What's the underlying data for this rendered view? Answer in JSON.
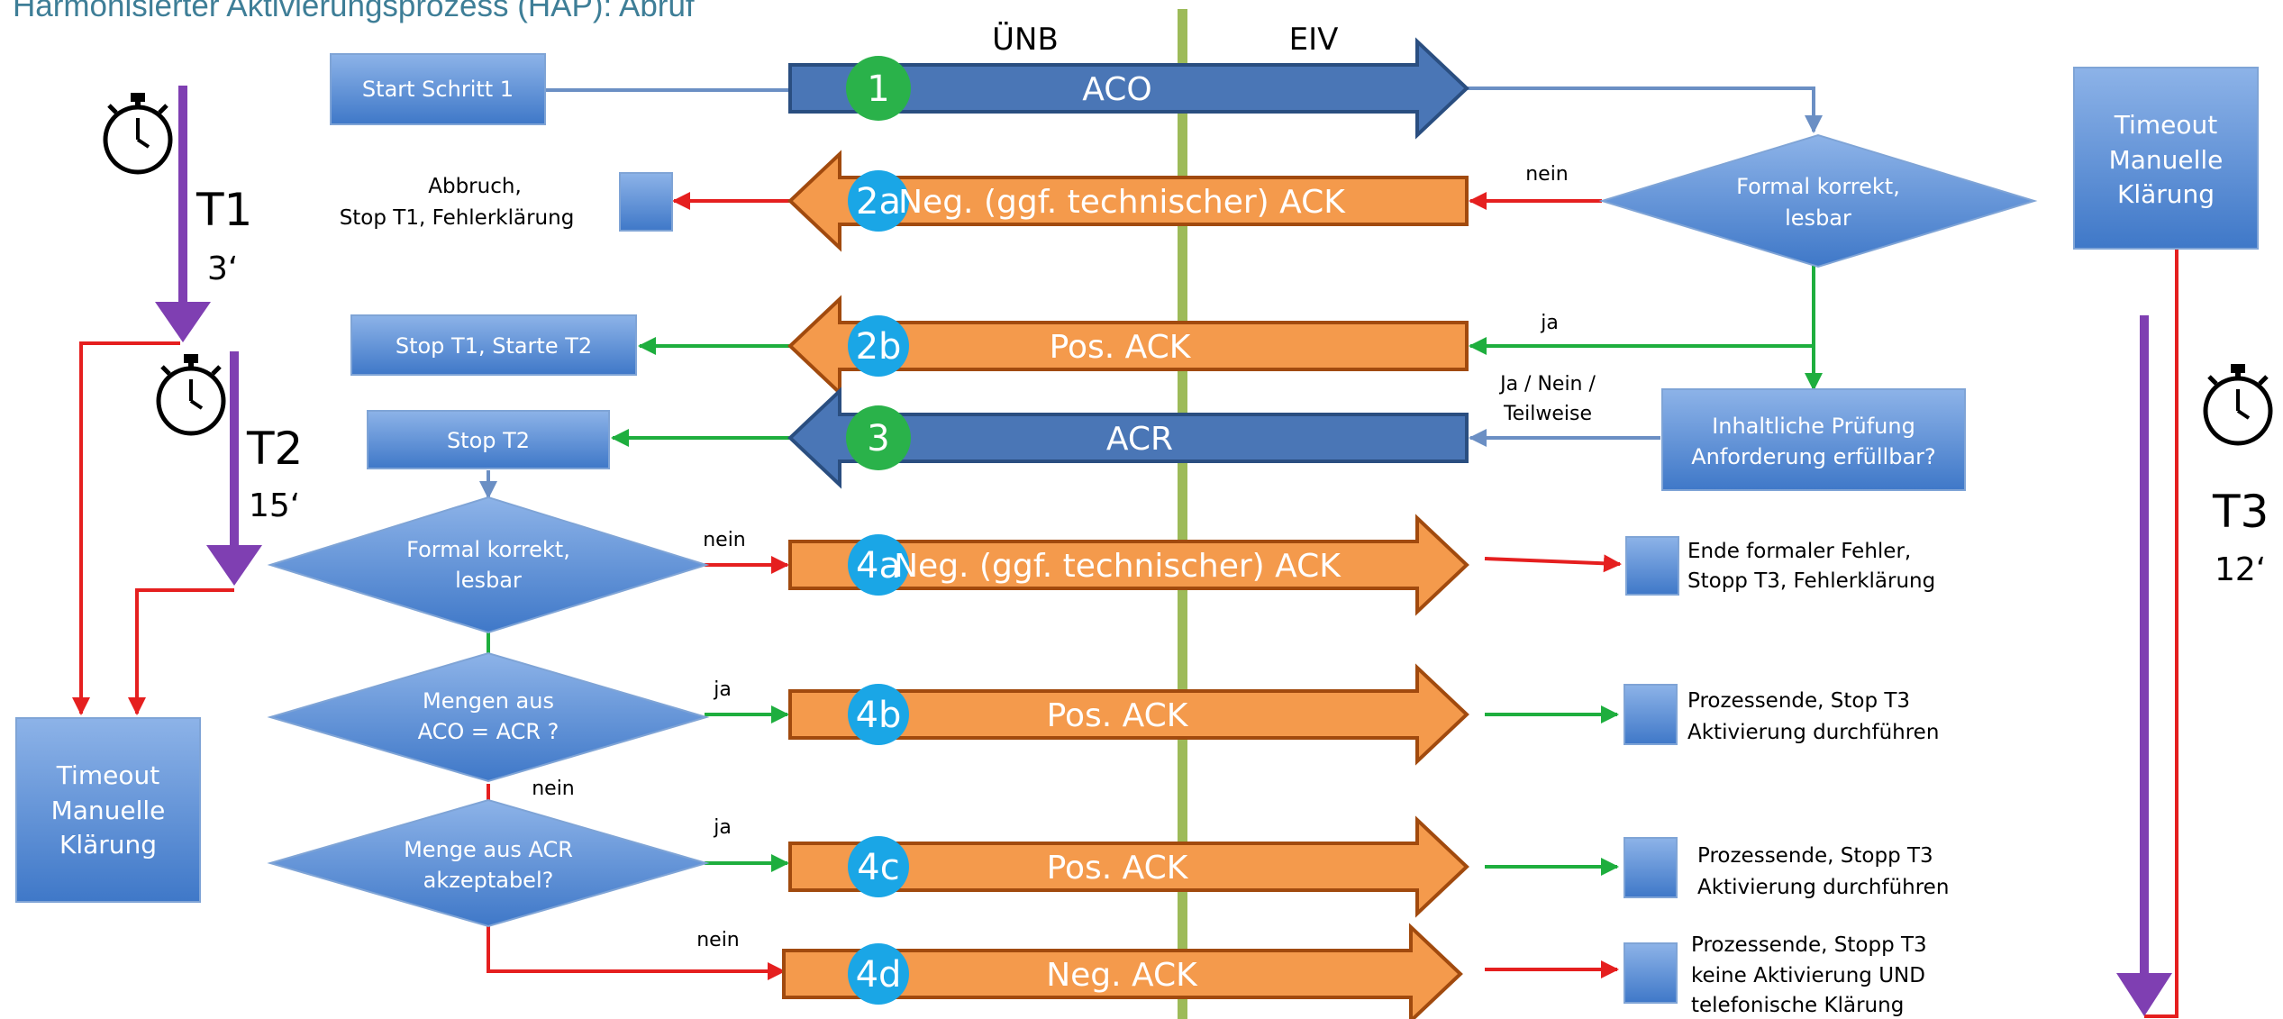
{
  "title": "Harmonisierter Aktivierungsprozess (HAP): Abruf",
  "columns": {
    "left": "ÜNB",
    "right": "EIV"
  },
  "colors": {
    "box_fill": "#5b8fd6",
    "box_stroke": "#7fa4d6",
    "arrow_blue": "#4a76b6",
    "arrow_blue_stroke": "#2a4e80",
    "arrow_orange": "#f49a4c",
    "arrow_orange_stroke": "#a14a0e",
    "circle_green": "#2ab24a",
    "circle_cyan": "#1aa6e6",
    "line_red": "#e51f1f",
    "line_green": "#1eae3e",
    "line_blue": "#6b8fc4",
    "divider": "#9dbb59",
    "timer_purple": "#7f3fb2"
  },
  "boxes": {
    "start": "Start Schritt 1",
    "stop_t1_start_t2": "Stop T1, Starte T2",
    "stop_t2": "Stop T2",
    "content_check": [
      "Inhaltliche Prüfung",
      "Anforderung erfüllbar?"
    ],
    "timeout_left": [
      "Timeout",
      "Manuelle",
      "Klärung"
    ],
    "timeout_right": [
      "Timeout",
      "Manuelle",
      "Klärung"
    ]
  },
  "diamonds": {
    "eiv_formal": [
      "Formal korrekt,",
      "lesbar"
    ],
    "unb_formal": [
      "Formal korrekt,",
      "lesbar"
    ],
    "amounts": [
      "Mengen aus",
      "ACO = ACR ?"
    ],
    "acceptable": [
      "Menge aus ACR",
      "akzeptabel?"
    ]
  },
  "arrows": [
    {
      "num": "1",
      "label": "ACO"
    },
    {
      "num": "2a",
      "label": "Neg. (ggf. technischer) ACK"
    },
    {
      "num": "2b",
      "label": "Pos. ACK"
    },
    {
      "num": "3",
      "label": "ACR"
    },
    {
      "num": "4a",
      "label": "Neg. (ggf. technischer) ACK"
    },
    {
      "num": "4b",
      "label": "Pos. ACK"
    },
    {
      "num": "4c",
      "label": "Pos. ACK"
    },
    {
      "num": "4d",
      "label": "Neg. ACK"
    }
  ],
  "labels": {
    "nein": "nein",
    "ja": "ja",
    "ja_nein": [
      "Ja / Nein /",
      "Teilweise"
    ]
  },
  "notes": {
    "abort": [
      "Abbruch,",
      "Stop T1, Fehlerklärung"
    ],
    "end_4a": [
      "Ende formaler Fehler,",
      "Stopp T3, Fehlerklärung"
    ],
    "end_4b": [
      "Prozessende, Stop T3",
      "Aktivierung durchführen"
    ],
    "end_4c": [
      "Prozessende, Stopp T3",
      "Aktivierung durchführen"
    ],
    "end_4d": [
      "Prozessende, Stopp T3",
      "keine Aktivierung UND",
      "telefonische Klärung"
    ]
  },
  "timers": [
    {
      "name": "T1",
      "duration": "3‘"
    },
    {
      "name": "T2",
      "duration": "15‘"
    },
    {
      "name": "T3",
      "duration": "12‘"
    }
  ],
  "icons": {
    "stopwatch": "stopwatch-icon"
  }
}
